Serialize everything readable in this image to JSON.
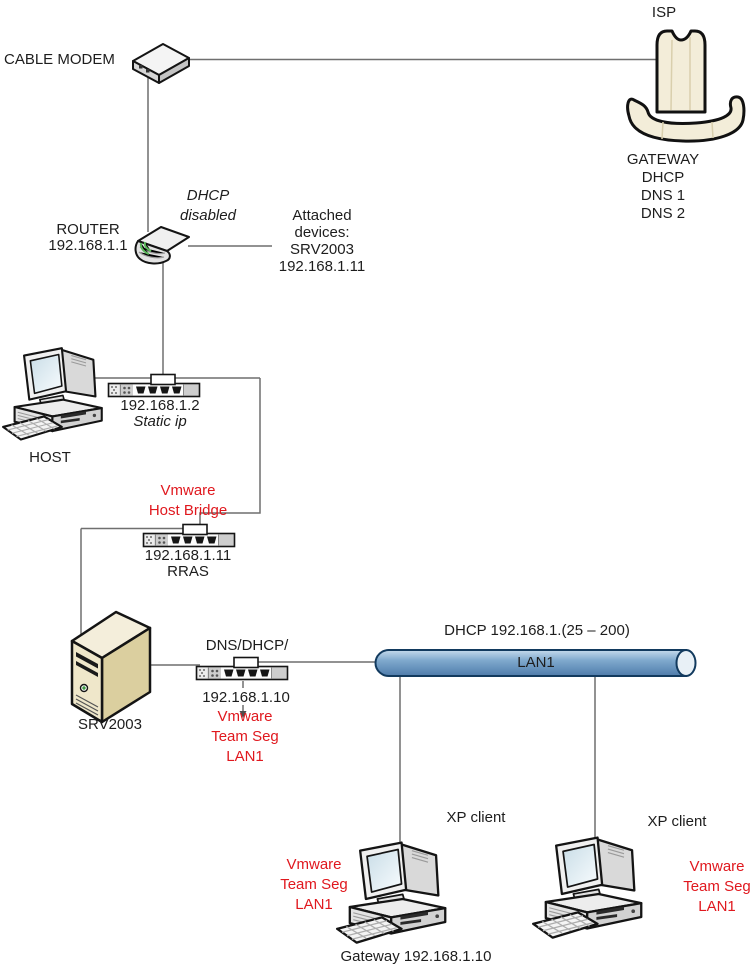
{
  "nodes": {
    "isp": {
      "label": "ISP",
      "services": [
        "GATEWAY",
        "DHCP",
        "DNS 1",
        "DNS 2"
      ]
    },
    "cable_modem": {
      "label": "CABLE MODEM"
    },
    "router": {
      "label": "ROUTER",
      "ip": "192.168.1.1",
      "note": [
        "DHCP",
        "disabled"
      ]
    },
    "attached_devices": {
      "lines": [
        "Attached",
        "devices:",
        "SRV2003",
        "192.168.1.11"
      ]
    },
    "host": {
      "label": "HOST",
      "nic_ip": "192.168.1.2",
      "nic_note": "Static ip"
    },
    "vmware_host_bridge": {
      "lines": [
        "Vmware",
        "Host Bridge"
      ]
    },
    "rras": {
      "ip": "192.168.1.11",
      "label": "RRAS"
    },
    "srv2003": {
      "label": "SRV2003",
      "services": "DNS/DHCP/",
      "nic_ip": "192.168.1.10",
      "team": [
        "Vmware",
        "Team Seg",
        "LAN1"
      ]
    },
    "lan1": {
      "label": "LAN1",
      "dhcp_scope": "DHCP 192.168.1.(25 – 200)"
    },
    "xp_client_1": {
      "label": "XP client",
      "team": [
        "Vmware",
        "Team Seg",
        "LAN1"
      ],
      "gateway_note": "Gateway 192.168.1.10"
    },
    "xp_client_2": {
      "label": "XP client",
      "team": [
        "Vmware",
        "Team Seg",
        "LAN1"
      ]
    }
  },
  "colors": {
    "red_annotation": "#e0181e",
    "lan_pipe_blue": "#6a95bf",
    "connector_gray": "#6f6f6f",
    "device_beige": "#f2ecd8"
  }
}
